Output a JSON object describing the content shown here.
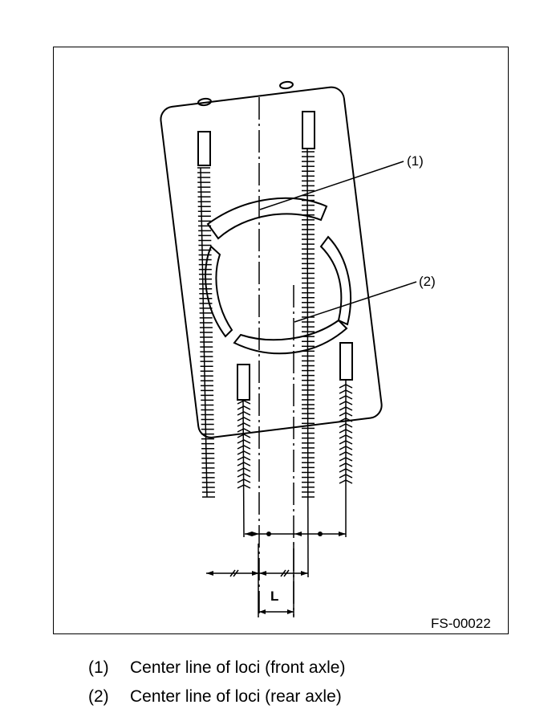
{
  "figure": {
    "code": "FS-00022",
    "callouts": {
      "c1": "(1)",
      "c2": "(2)"
    },
    "dimension_label": "L"
  },
  "legend": [
    {
      "num": "(1)",
      "text": "Center line of loci (front axle)"
    },
    {
      "num": "(2)",
      "text": "Center line of loci (rear axle)"
    }
  ]
}
